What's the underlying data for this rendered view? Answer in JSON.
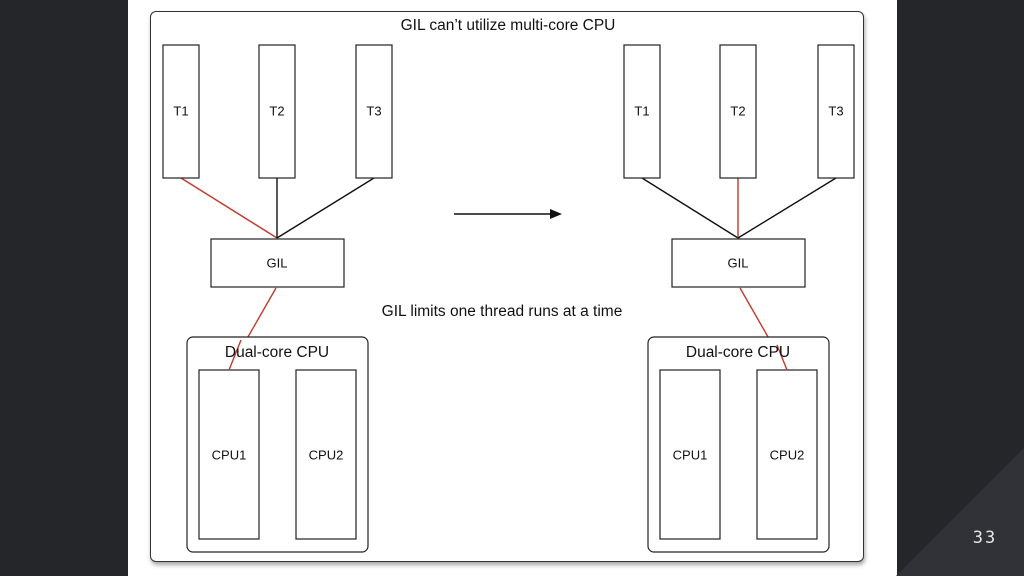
{
  "diagram": {
    "title": "GIL can’t utilize multi-core CPU",
    "caption": "GIL limits one thread runs at a time",
    "left_panel": {
      "threads": [
        "T1",
        "T2",
        "T3"
      ],
      "gil_label": "GIL",
      "cpu_group_label": "Dual-core CPU",
      "cpus": [
        "CPU1",
        "CPU2"
      ],
      "active_thread": "T1",
      "active_cpu": "CPU1"
    },
    "right_panel": {
      "threads": [
        "T1",
        "T2",
        "T3"
      ],
      "gil_label": "GIL",
      "cpu_group_label": "Dual-core CPU",
      "cpus": [
        "CPU1",
        "CPU2"
      ],
      "active_thread": "T2",
      "active_cpu": "CPU2"
    },
    "colors": {
      "active_wire": "#c0392b",
      "inactive_wire": "#111111"
    }
  },
  "slide": {
    "page_number": "33"
  }
}
